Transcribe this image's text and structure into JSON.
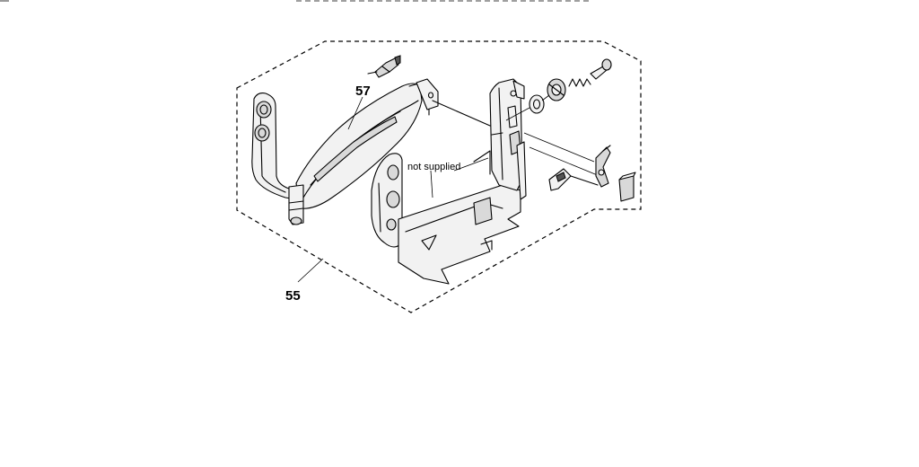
{
  "labels": {
    "assembly_number": "55",
    "arm_pad_number": "57",
    "note": "not supplied"
  },
  "colors": {
    "line": "#000000",
    "background": "#ffffff"
  }
}
